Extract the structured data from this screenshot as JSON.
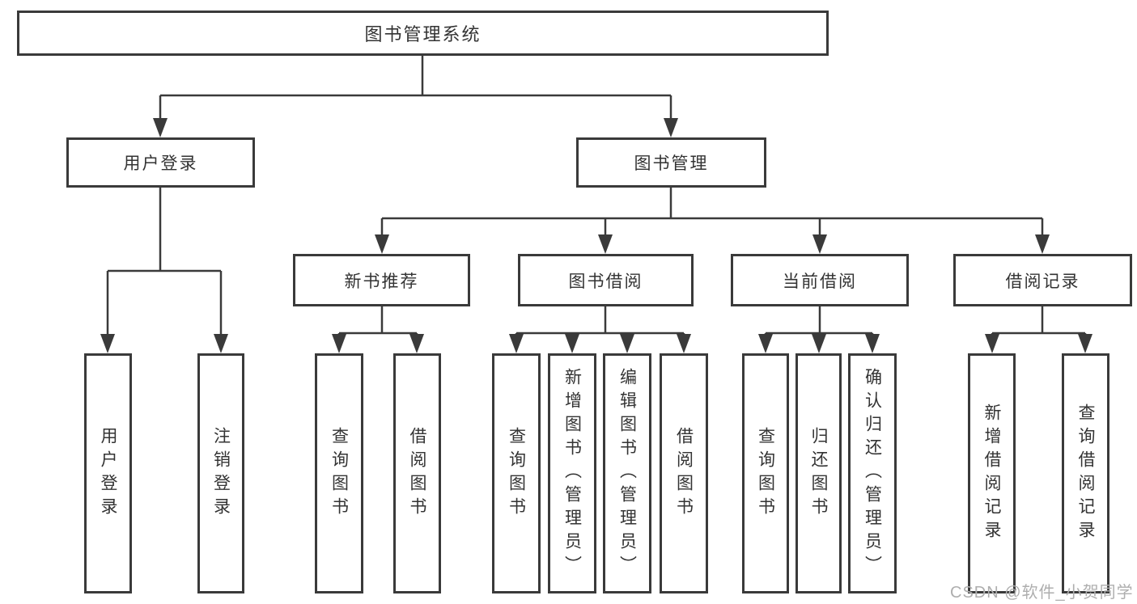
{
  "colors": {
    "line": "#3a3a3a",
    "box_border": "#3a3a3a",
    "box_fill": "#ffffff",
    "text": "#333333",
    "watermark": "#aeaeae",
    "background": "#ffffff"
  },
  "tree": {
    "root": {
      "label": "图书管理系统"
    },
    "branches": [
      {
        "label": "用户登录",
        "children": [
          {
            "label": "用户登录"
          },
          {
            "label": "注销登录"
          }
        ]
      },
      {
        "label": "图书管理",
        "children": [
          {
            "label": "新书推荐",
            "children": [
              {
                "label": "查询图书"
              },
              {
                "label": "借阅图书"
              }
            ]
          },
          {
            "label": "图书借阅",
            "children": [
              {
                "label": "查询图书"
              },
              {
                "label": "新增图书（管理员）"
              },
              {
                "label": "编辑图书（管理员）"
              },
              {
                "label": "借阅图书"
              }
            ]
          },
          {
            "label": "当前借阅",
            "children": [
              {
                "label": "查询图书"
              },
              {
                "label": "归还图书"
              },
              {
                "label": "确认归还（管理员）"
              }
            ]
          },
          {
            "label": "借阅记录",
            "children": [
              {
                "label": "新增借阅记录"
              },
              {
                "label": "查询借阅记录"
              }
            ]
          }
        ]
      }
    ]
  },
  "watermark": {
    "text": "CSDN @软件_小贺同学"
  }
}
